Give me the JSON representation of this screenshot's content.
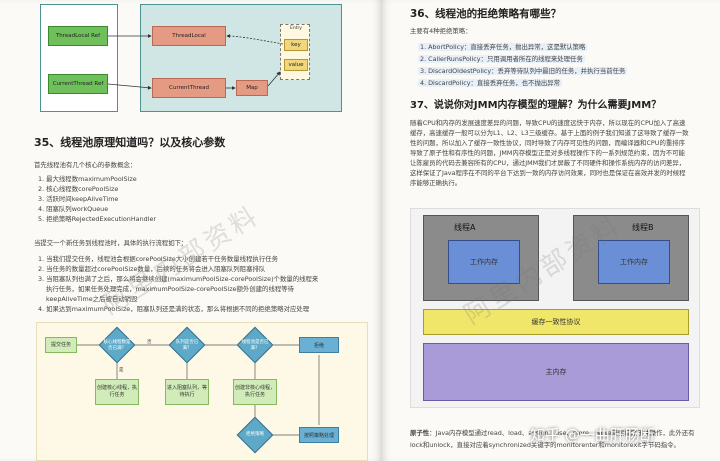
{
  "left": {
    "top_diagram": {
      "thread_local_ref": "ThreadLocal Ref",
      "current_thread_ref": "CurrentThread Ref",
      "thread_local": "ThreadLocal",
      "current_thread": "CurrentThread",
      "map": "Map",
      "entry": "Entry",
      "key": "key",
      "value": "value"
    },
    "section_title": "35、线程池原理知道吗？以及核心参数",
    "intro": "首先线程池有几个核心的参数概念：",
    "params": [
      "1. 最大线程数maximumPoolSize",
      "2. 核心线程数corePoolSize",
      "3. 活跃时间keepAliveTime",
      "4. 阻塞队列workQueue",
      "5. 拒绝策略RejectedExecutionHandler"
    ],
    "flow_intro": "当提交一个新任务到线程池时，具体的执行流程如下：",
    "flow_steps": [
      "1. 当我们提交任务，线程池会根据corePoolSize大小创建若干任务数量线程执行任务",
      "2. 当任务的数量超过corePoolSize数量，后续的任务将会进入阻塞队列阻塞排队",
      "3. 当阻塞队列也满了之后，那么将会继续创建(maximumPoolSize-corePoolSize)个数量的线程来",
      "执行任务，如果任务处理完成，maximumPoolSize-corePoolSize额外创建的线程等待",
      "keepAliveTime之后被自动销毁",
      "4. 如果达到maximumPoolSize，阻塞队列还是满的状态，那么将根据不同的拒绝策略对应处理"
    ],
    "flowchart": {
      "submit": "提交任务",
      "d1": "核心线程数是否已满？",
      "d2": "队列是否已满？",
      "d3": "线程池是否已满？",
      "d4": "拒绝策略",
      "create_core": "创建核心线程，执行任务",
      "enqueue": "进入阻塞队列，等待执行",
      "create_nonCore": "创建非核心线程，执行任务",
      "reject": "拒绝",
      "handle": "按照策略处理",
      "yes": "是",
      "no": "否"
    },
    "watermark": "阿里内部资料"
  },
  "right": {
    "q36_title": "36、线程池的拒绝策略有哪些？",
    "q36_intro": "主要有4种拒绝策略：",
    "policies": [
      "1. AbortPolicy：直接丢弃任务，抛出异常，这是默认策略",
      "2. CallerRunsPolicy：只用调用者所在的线程来处理任务",
      "3. DiscardOldestPolicy：丢弃等待队列中最旧的任务，并执行当前任务",
      "4. DiscardPolicy：直接丢弃任务，也不抛出异常"
    ],
    "q37_title": "37、说说你对JMM内存模型的理解？为什么需要JMM？",
    "q37_para": [
      "随着CPU和内存的发展速度差异的问题，导致CPU的速度远快于内存，所以现在的CPU加入了高速",
      "缓存，高速缓存一般可以分为L1、L2、L3三级缓存。基于上面的例子我们知道了这导致了缓存一致",
      "性的问题，所以加入了缓存一致性协议，同时导致了内存可见性的问题，而编译器和CPU的重排序",
      "导致了原子性和有序性的问题，JMM内存模型正是对多线程操作下的一系列规范约束，因为不可能",
      "让陈雇员的代码去兼容所有的CPU，通过JMM我们才屏蔽了不同硬件和操作系统内存的访问差异，",
      "这样保证了Java程序在不同的平台下达到一致的内存访问效果，同时也是保证在高效并发的时候程",
      "序能够正确执行。"
    ],
    "jmm": {
      "thread_a": "线程A",
      "thread_b": "线程B",
      "working_memory_a": "工作内存",
      "working_memory_b": "工作内存",
      "cache_protocol": "缓存一致性协议",
      "main_memory": "主内存"
    },
    "atomicity_label": "原子性",
    "atomicity_text": "：Java内存模型通过read、load、assign、use、store、write来保证原子性操作，此外还有",
    "atomicity_text2": "lock和unlock，直接对应着synchronized关键字的monitorenter和monitorexit字节码指令。",
    "zhihu_watermark": "知乎 @一曲肝肠断",
    "watermark": "阿里内部资料"
  },
  "colors": {
    "green": "#6fbf5a",
    "salmon": "#e59a84",
    "teal_border": "#4d9190",
    "jmm_thread": "#6b8fd6",
    "jmm_cache": "#f0e66a",
    "jmm_main": "#a99bd8"
  }
}
